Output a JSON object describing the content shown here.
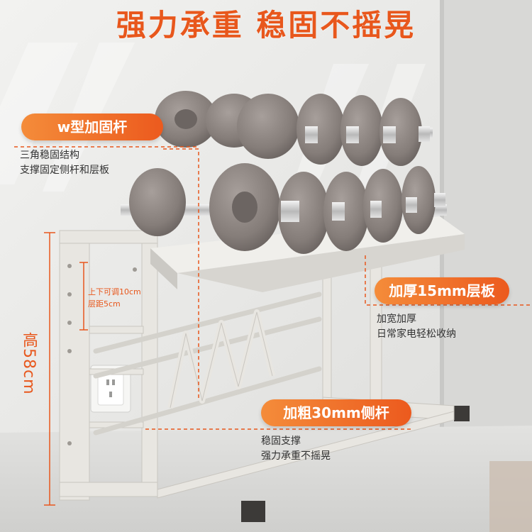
{
  "headline": "强力承重 稳固不摇晃",
  "height_label": "高58cm",
  "callouts": {
    "w_bar": {
      "title": "w型加固杆",
      "lines": [
        "三角稳固结构",
        "支撑固定侧杆和层板"
      ]
    },
    "shelf": {
      "title": "加厚15mm层板",
      "lines": [
        "加宽加厚",
        "日常家电轻松收纳"
      ]
    },
    "side_bar": {
      "title": "加粗30mm侧杆",
      "lines": [
        "稳固支撑",
        "强力承重不摇晃"
      ]
    }
  },
  "adjust_note": [
    "上下可调10cm",
    "层距5cm"
  ],
  "colors": {
    "accent": "#e8571c",
    "accent_light": "#f48c3a",
    "rack": "#e6e4df",
    "weight": "#8a8380"
  }
}
